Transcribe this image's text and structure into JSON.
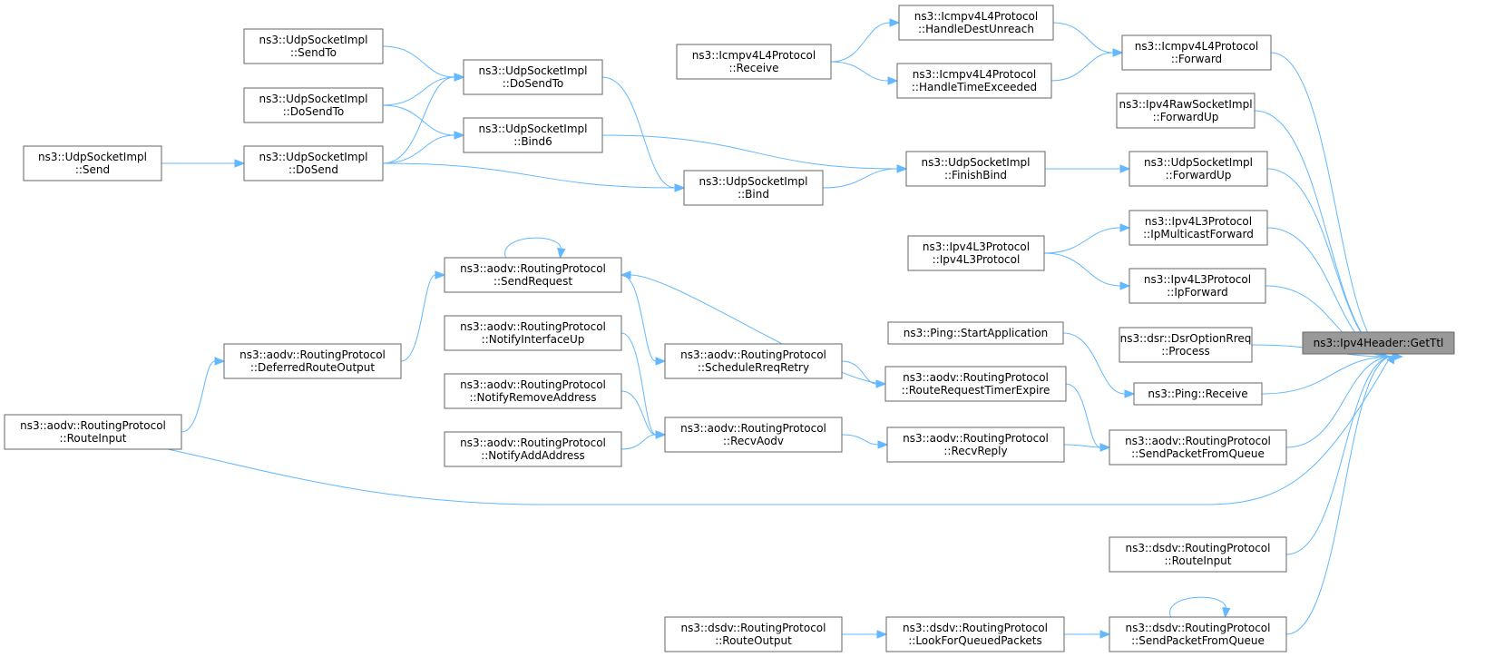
{
  "diagram": {
    "type": "call-graph",
    "root": "getttl",
    "colors": {
      "edge": "#63b8ff",
      "node_border": "#666666",
      "root_fill": "#999999",
      "node_fill": "#ffffff"
    },
    "nodes": [
      {
        "id": "getttl",
        "lines": [
          "ns3::Ipv4Header::GetTtl"
        ],
        "root": true
      },
      {
        "id": "icmp_forward",
        "lines": [
          "ns3::Icmpv4L4Protocol",
          "::Forward"
        ]
      },
      {
        "id": "icmp_handledest",
        "lines": [
          "ns3::Icmpv4L4Protocol",
          "::HandleDestUnreach"
        ]
      },
      {
        "id": "icmp_handletime",
        "lines": [
          "ns3::Icmpv4L4Protocol",
          "::HandleTimeExceeded"
        ]
      },
      {
        "id": "icmp_receive",
        "lines": [
          "ns3::Icmpv4L4Protocol",
          "::Receive"
        ]
      },
      {
        "id": "raw_forwardup",
        "lines": [
          "ns3::Ipv4RawSocketImpl",
          "::ForwardUp"
        ]
      },
      {
        "id": "udp_forwardup",
        "lines": [
          "ns3::UdpSocketImpl",
          "::ForwardUp"
        ]
      },
      {
        "id": "udp_finishbind",
        "lines": [
          "ns3::UdpSocketImpl",
          "::FinishBind"
        ]
      },
      {
        "id": "udp_bind6",
        "lines": [
          "ns3::UdpSocketImpl",
          "::Bind6"
        ]
      },
      {
        "id": "udp_bind",
        "lines": [
          "ns3::UdpSocketImpl",
          "::Bind"
        ]
      },
      {
        "id": "udp_dosendto_mid",
        "lines": [
          "ns3::UdpSocketImpl",
          "::DoSendTo"
        ]
      },
      {
        "id": "udp_sendto",
        "lines": [
          "ns3::UdpSocketImpl",
          "::SendTo"
        ]
      },
      {
        "id": "udp_dosendto_left",
        "lines": [
          "ns3::UdpSocketImpl",
          "::DoSendTo"
        ]
      },
      {
        "id": "udp_dosend",
        "lines": [
          "ns3::UdpSocketImpl",
          "::DoSend"
        ]
      },
      {
        "id": "udp_send",
        "lines": [
          "ns3::UdpSocketImpl",
          "::Send"
        ]
      },
      {
        "id": "l3_ipmulticast",
        "lines": [
          "ns3::Ipv4L3Protocol",
          "::IpMulticastForward"
        ]
      },
      {
        "id": "l3_ipforward",
        "lines": [
          "ns3::Ipv4L3Protocol",
          "::IpForward"
        ]
      },
      {
        "id": "l3_ctor",
        "lines": [
          "ns3::Ipv4L3Protocol",
          "::Ipv4L3Protocol"
        ]
      },
      {
        "id": "dsr_process",
        "lines": [
          "ns3::dsr::DsrOptionRreq",
          "::Process"
        ]
      },
      {
        "id": "ping_receive",
        "lines": [
          "ns3::Ping::Receive"
        ]
      },
      {
        "id": "ping_start",
        "lines": [
          "ns3::Ping::StartApplication"
        ]
      },
      {
        "id": "aodv_sendpacket",
        "lines": [
          "ns3::aodv::RoutingProtocol",
          "::SendPacketFromQueue"
        ]
      },
      {
        "id": "aodv_routereqtimer",
        "lines": [
          "ns3::aodv::RoutingProtocol",
          "::RouteRequestTimerExpire"
        ]
      },
      {
        "id": "aodv_recvreply",
        "lines": [
          "ns3::aodv::RoutingProtocol",
          "::RecvReply"
        ]
      },
      {
        "id": "aodv_recvaodv",
        "lines": [
          "ns3::aodv::RoutingProtocol",
          "::RecvAodv"
        ]
      },
      {
        "id": "aodv_schedulerreq",
        "lines": [
          "ns3::aodv::RoutingProtocol",
          "::ScheduleRreqRetry"
        ]
      },
      {
        "id": "aodv_sendrequest",
        "lines": [
          "ns3::aodv::RoutingProtocol",
          "::SendRequest"
        ]
      },
      {
        "id": "aodv_notifyup",
        "lines": [
          "ns3::aodv::RoutingProtocol",
          "::NotifyInterfaceUp"
        ]
      },
      {
        "id": "aodv_notifyremove",
        "lines": [
          "ns3::aodv::RoutingProtocol",
          "::NotifyRemoveAddress"
        ]
      },
      {
        "id": "aodv_notifyadd",
        "lines": [
          "ns3::aodv::RoutingProtocol",
          "::NotifyAddAddress"
        ]
      },
      {
        "id": "aodv_deferred",
        "lines": [
          "ns3::aodv::RoutingProtocol",
          "::DeferredRouteOutput"
        ]
      },
      {
        "id": "aodv_routeinput",
        "lines": [
          "ns3::aodv::RoutingProtocol",
          "::RouteInput"
        ]
      },
      {
        "id": "dsdv_routeinput",
        "lines": [
          "ns3::dsdv::RoutingProtocol",
          "::RouteInput"
        ]
      },
      {
        "id": "dsdv_sendpacket",
        "lines": [
          "ns3::dsdv::RoutingProtocol",
          "::SendPacketFromQueue"
        ]
      },
      {
        "id": "dsdv_lookfor",
        "lines": [
          "ns3::dsdv::RoutingProtocol",
          "::LookForQueuedPackets"
        ]
      },
      {
        "id": "dsdv_routeoutput",
        "lines": [
          "ns3::dsdv::RoutingProtocol",
          "::RouteOutput"
        ]
      }
    ],
    "edges": [
      {
        "from": "icmp_forward",
        "to": "getttl"
      },
      {
        "from": "raw_forwardup",
        "to": "getttl"
      },
      {
        "from": "udp_forwardup",
        "to": "getttl"
      },
      {
        "from": "l3_ipmulticast",
        "to": "getttl"
      },
      {
        "from": "l3_ipforward",
        "to": "getttl"
      },
      {
        "from": "dsr_process",
        "to": "getttl"
      },
      {
        "from": "ping_receive",
        "to": "getttl"
      },
      {
        "from": "aodv_sendpacket",
        "to": "getttl"
      },
      {
        "from": "aodv_routeinput",
        "to": "getttl"
      },
      {
        "from": "dsdv_routeinput",
        "to": "getttl"
      },
      {
        "from": "dsdv_sendpacket",
        "to": "getttl"
      },
      {
        "from": "icmp_handledest",
        "to": "icmp_forward"
      },
      {
        "from": "icmp_handletime",
        "to": "icmp_forward"
      },
      {
        "from": "icmp_receive",
        "to": "icmp_handledest"
      },
      {
        "from": "icmp_receive",
        "to": "icmp_handletime"
      },
      {
        "from": "udp_finishbind",
        "to": "udp_forwardup"
      },
      {
        "from": "udp_bind6",
        "to": "udp_finishbind"
      },
      {
        "from": "udp_bind",
        "to": "udp_finishbind"
      },
      {
        "from": "udp_dosendto_mid",
        "to": "udp_bind"
      },
      {
        "from": "udp_dosend",
        "to": "udp_bind"
      },
      {
        "from": "udp_sendto",
        "to": "udp_dosendto_mid"
      },
      {
        "from": "udp_dosendto_left",
        "to": "udp_dosendto_mid"
      },
      {
        "from": "udp_dosend",
        "to": "udp_dosendto_mid"
      },
      {
        "from": "udp_dosendto_left",
        "to": "udp_bind6"
      },
      {
        "from": "udp_dosend",
        "to": "udp_bind6"
      },
      {
        "from": "udp_send",
        "to": "udp_dosend"
      },
      {
        "from": "l3_ctor",
        "to": "l3_ipmulticast"
      },
      {
        "from": "l3_ctor",
        "to": "l3_ipforward"
      },
      {
        "from": "ping_start",
        "to": "ping_receive"
      },
      {
        "from": "aodv_routereqtimer",
        "to": "aodv_sendpacket"
      },
      {
        "from": "aodv_recvreply",
        "to": "aodv_sendpacket"
      },
      {
        "from": "aodv_schedulerreq",
        "to": "aodv_routereqtimer"
      },
      {
        "from": "aodv_routereqtimer",
        "to": "aodv_sendrequest"
      },
      {
        "from": "aodv_recvaodv",
        "to": "aodv_recvreply"
      },
      {
        "from": "aodv_sendrequest",
        "to": "aodv_schedulerreq"
      },
      {
        "from": "aodv_sendrequest",
        "to": "aodv_sendrequest"
      },
      {
        "from": "aodv_deferred",
        "to": "aodv_sendrequest"
      },
      {
        "from": "aodv_notifyup",
        "to": "aodv_recvaodv"
      },
      {
        "from": "aodv_notifyremove",
        "to": "aodv_recvaodv"
      },
      {
        "from": "aodv_notifyadd",
        "to": "aodv_recvaodv"
      },
      {
        "from": "aodv_routeinput",
        "to": "aodv_deferred"
      },
      {
        "from": "dsdv_lookfor",
        "to": "dsdv_sendpacket"
      },
      {
        "from": "dsdv_sendpacket",
        "to": "dsdv_sendpacket"
      },
      {
        "from": "dsdv_routeoutput",
        "to": "dsdv_lookfor"
      }
    ]
  }
}
